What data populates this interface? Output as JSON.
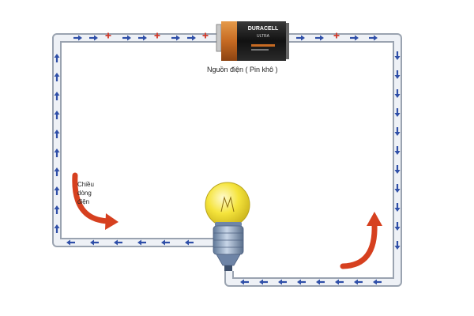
{
  "battery": {
    "brand": "DURACELL",
    "model": "ULTRA",
    "caption": "Nguồn điện ( Pin khô )"
  },
  "direction_label": {
    "lines": [
      "Chiều",
      "dòng",
      "điện"
    ]
  },
  "colors": {
    "wire_fill": "#eef1f6",
    "wire_edge": "#9aa3b0",
    "flow_arrow": "#2f4fa8",
    "plus_sign": "#d23a2a",
    "big_arrow": "#d6401f",
    "battery_copper": "#c9702a",
    "battery_black": "#1b1b1b",
    "bulb_glass": "#f2e23a",
    "bulb_base": "#7e97b8"
  },
  "icons": [
    "battery-icon",
    "light-bulb-icon",
    "current-arrow-icon",
    "flow-arrow-icon",
    "plus-sign-icon"
  ]
}
